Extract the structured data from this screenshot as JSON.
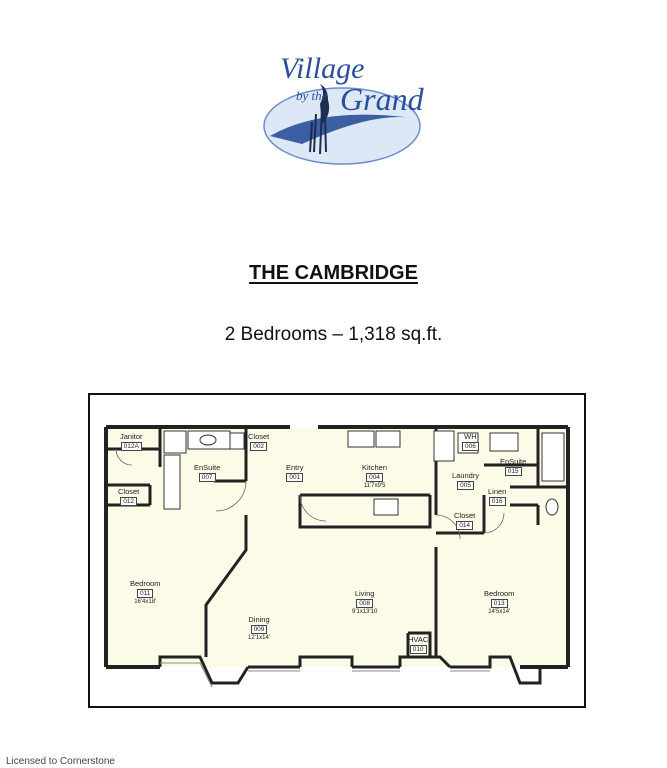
{
  "logo": {
    "line1": "Village",
    "line2": "by the",
    "line3": "Grand",
    "colors": {
      "blue": "#2a4f9a",
      "light": "#dde8f6"
    }
  },
  "header": {
    "title": "THE CAMBRIDGE",
    "subtitle": "2 Bedrooms – 1,318 sq.ft."
  },
  "rooms": [
    {
      "name": "Janitor",
      "code": "012A",
      "dim": ""
    },
    {
      "name": "Closet",
      "code": "002",
      "dim": ""
    },
    {
      "name": "EnSuite",
      "code": "007",
      "dim": ""
    },
    {
      "name": "Entry",
      "code": "001",
      "dim": ""
    },
    {
      "name": "Kitchen",
      "code": "004",
      "dim": "11'7x9'5"
    },
    {
      "name": "WH",
      "code": "006",
      "dim": ""
    },
    {
      "name": "EnSuite",
      "code": "015",
      "dim": ""
    },
    {
      "name": "Laundry",
      "code": "005",
      "dim": ""
    },
    {
      "name": "Closet",
      "code": "012",
      "dim": ""
    },
    {
      "name": "Linen",
      "code": "016",
      "dim": ""
    },
    {
      "name": "Closet",
      "code": "014",
      "dim": ""
    },
    {
      "name": "Bedroom",
      "code": "011",
      "dim": "16'4x18'"
    },
    {
      "name": "Living",
      "code": "008",
      "dim": "9'1x13'10"
    },
    {
      "name": "Bedroom",
      "code": "013",
      "dim": "14'5x14'"
    },
    {
      "name": "Dining",
      "code": "009",
      "dim": "12'1x14'"
    },
    {
      "name": "HVAC",
      "code": "010",
      "dim": ""
    }
  ],
  "footer": {
    "license": "Licensed to Cornerstone"
  }
}
